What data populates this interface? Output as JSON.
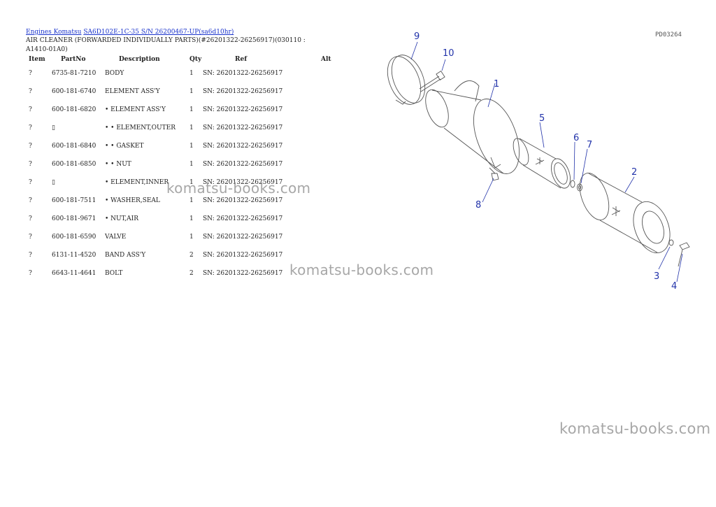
{
  "breadcrumb": {
    "engines": "Engines Komatsu",
    "model": "SA6D102E-1C-35 S/N 26200467-UP(sa6d10hr)"
  },
  "subtitle": "AIR CLEANER (FORWARDED INDIVIDUALLY PARTS)(#26201322-26256917)(030110 : A1410-01A0)",
  "table": {
    "headers": [
      "Item",
      "PartNo",
      "Description",
      "Qty",
      "Ref",
      "Alt"
    ],
    "rows": [
      {
        "item": "?",
        "part": "6735-81-7210",
        "desc": "BODY",
        "qty": "1",
        "ref": "SN: 26201322-26256917",
        "alt": ""
      },
      {
        "item": "?",
        "part": "600-181-6740",
        "desc": "ELEMENT ASS'Y",
        "qty": "1",
        "ref": "SN: 26201322-26256917",
        "alt": ""
      },
      {
        "item": "?",
        "part": "600-181-6820",
        "desc": "• ELEMENT ASS'Y",
        "qty": "1",
        "ref": "SN: 26201322-26256917",
        "alt": ""
      },
      {
        "item": "?",
        "part": "▯",
        "desc": "• • ELEMENT,OUTER",
        "qty": "1",
        "ref": "SN: 26201322-26256917",
        "alt": ""
      },
      {
        "item": "?",
        "part": "600-181-6840",
        "desc": "• • GASKET",
        "qty": "1",
        "ref": "SN: 26201322-26256917",
        "alt": ""
      },
      {
        "item": "?",
        "part": "600-181-6850",
        "desc": "• • NUT",
        "qty": "1",
        "ref": "SN: 26201322-26256917",
        "alt": ""
      },
      {
        "item": "?",
        "part": "▯",
        "desc": "• ELEMENT,INNER",
        "qty": "1",
        "ref": "SN: 26201322-26256917",
        "alt": ""
      },
      {
        "item": "?",
        "part": "600-181-7511",
        "desc": "• WASHER,SEAL",
        "qty": "1",
        "ref": "SN: 26201322-26256917",
        "alt": ""
      },
      {
        "item": "?",
        "part": "600-181-9671",
        "desc": "• NUT,AIR",
        "qty": "1",
        "ref": "SN: 26201322-26256917",
        "alt": ""
      },
      {
        "item": "?",
        "part": "600-181-6590",
        "desc": "VALVE",
        "qty": "1",
        "ref": "SN: 26201322-26256917",
        "alt": ""
      },
      {
        "item": "?",
        "part": "6131-11-4520",
        "desc": "BAND ASS'Y",
        "qty": "2",
        "ref": "SN: 26201322-26256917",
        "alt": ""
      },
      {
        "item": "?",
        "part": "6643-11-4641",
        "desc": "BOLT",
        "qty": "2",
        "ref": "SN: 26201322-26256917",
        "alt": ""
      }
    ]
  },
  "watermark": "komatsu-books.com",
  "figure": {
    "id": "PD03264",
    "callouts": [
      "1",
      "2",
      "3",
      "4",
      "5",
      "6",
      "7",
      "8",
      "9",
      "10"
    ]
  }
}
